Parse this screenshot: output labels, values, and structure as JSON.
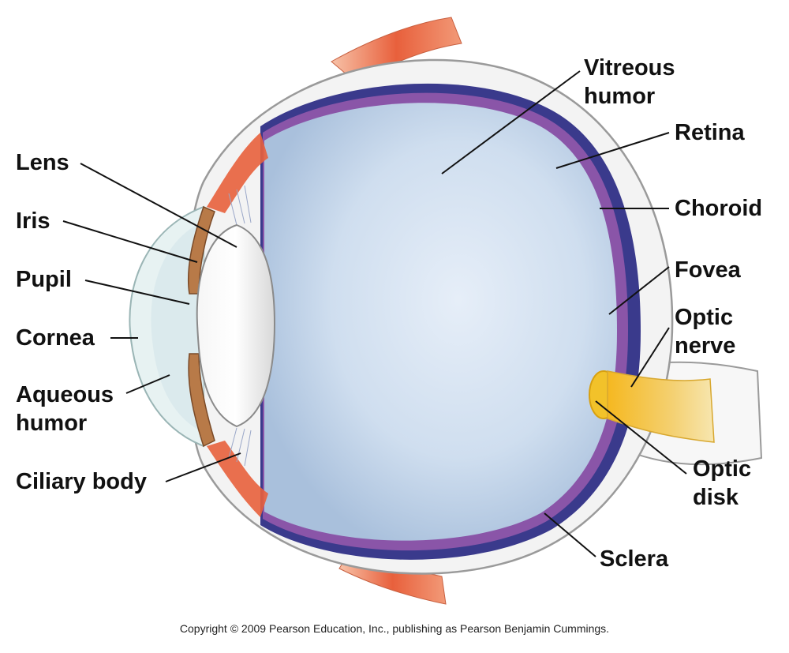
{
  "labels": {
    "lens": "Lens",
    "iris": "Iris",
    "pupil": "Pupil",
    "cornea": "Cornea",
    "aqueous_humor": [
      "Aqueous",
      "humor"
    ],
    "ciliary_body": "Ciliary body",
    "vitreous_humor": [
      "Vitreous",
      "humor"
    ],
    "retina": "Retina",
    "choroid": "Choroid",
    "fovea": "Fovea",
    "optic_nerve": [
      "Optic",
      "nerve"
    ],
    "optic_disk": [
      "Optic",
      "disk"
    ],
    "sclera": "Sclera"
  },
  "copyright": "Copyright © 2009 Pearson Education, Inc., publishing as Pearson Benjamin Cummings.",
  "colors": {
    "sclera": "#f4f4f4",
    "outline": "#9a9a9a",
    "choroid": "#3a3a8c",
    "retina": "#8a55a8",
    "vitreous": "#c8d9ec",
    "muscle": "#e8603c",
    "iris": "#b87a48",
    "optic_nerve": "#f0c040",
    "cornea": "#e7f2f2"
  }
}
